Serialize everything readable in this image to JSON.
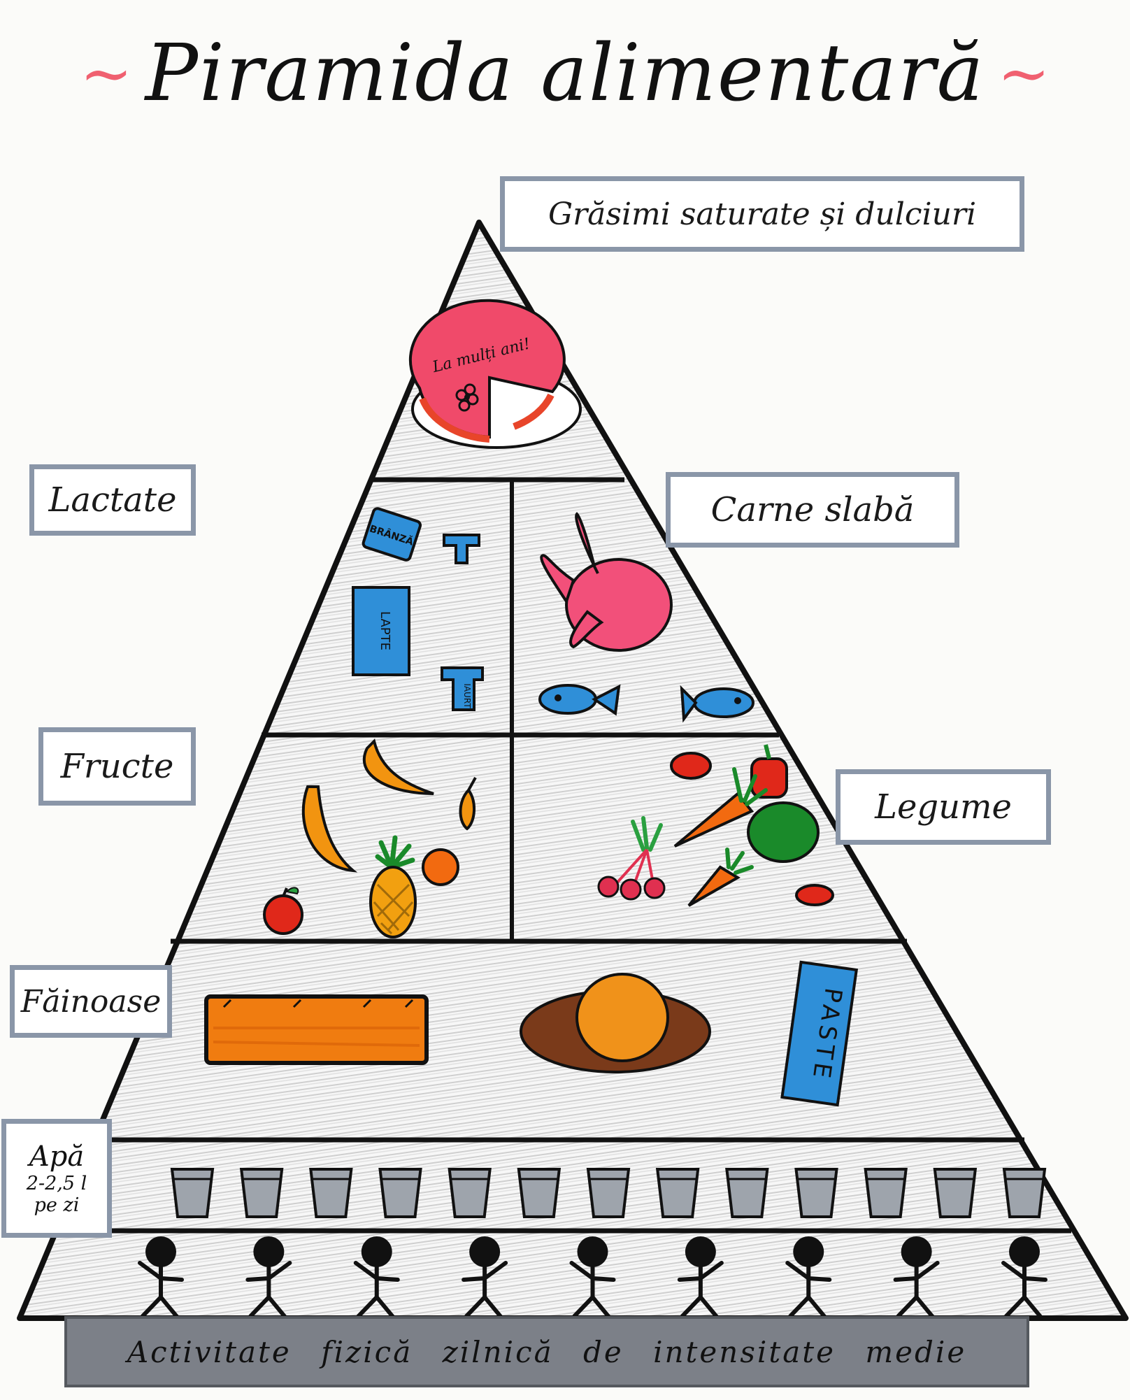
{
  "title": "Piramida alimentară",
  "top_label": "Grăsimi saturate și dulciuri",
  "cake_text": "La mulți ani!",
  "dairy_label": "Lactate",
  "meat_label": "Carne slabă",
  "fruit_label": "Fructe",
  "veg_label": "Legume",
  "grain_label": "Făinoase",
  "water": {
    "title": "Apă",
    "amount": "2-2,5 l",
    "per_day": "pe zi"
  },
  "footer": "Activitate fizică zilnică de intensitate medie",
  "item_labels": {
    "cheese": "BRÂNZĂ",
    "milk": "LAPTE",
    "yogurt": "IAURT",
    "pasta": "PASTE"
  },
  "counts": {
    "water_glasses": 13,
    "stick_figures": 9
  },
  "colors": {
    "outline": "#111111",
    "frame": "#8a96a8",
    "cake": "#f04a6a",
    "cake_rim": "#e8452a",
    "chicken": "#f2507a",
    "fish": "#2f8fd8",
    "carton": "#2f8fd8",
    "banana": "#f29410",
    "bread": "#f07c10",
    "bread_crust": "#e06a0a",
    "plate": "#7a3a1a",
    "bun": "#f0921a",
    "carrot": "#f26a10",
    "pepper": "#e0281a",
    "cabbage": "#1a8a2a",
    "leaf": "#2aa040",
    "cherry": "#e03050",
    "glass": "#9ea4ac",
    "footer_bg": "#7c8088",
    "wave": "#f06070"
  }
}
